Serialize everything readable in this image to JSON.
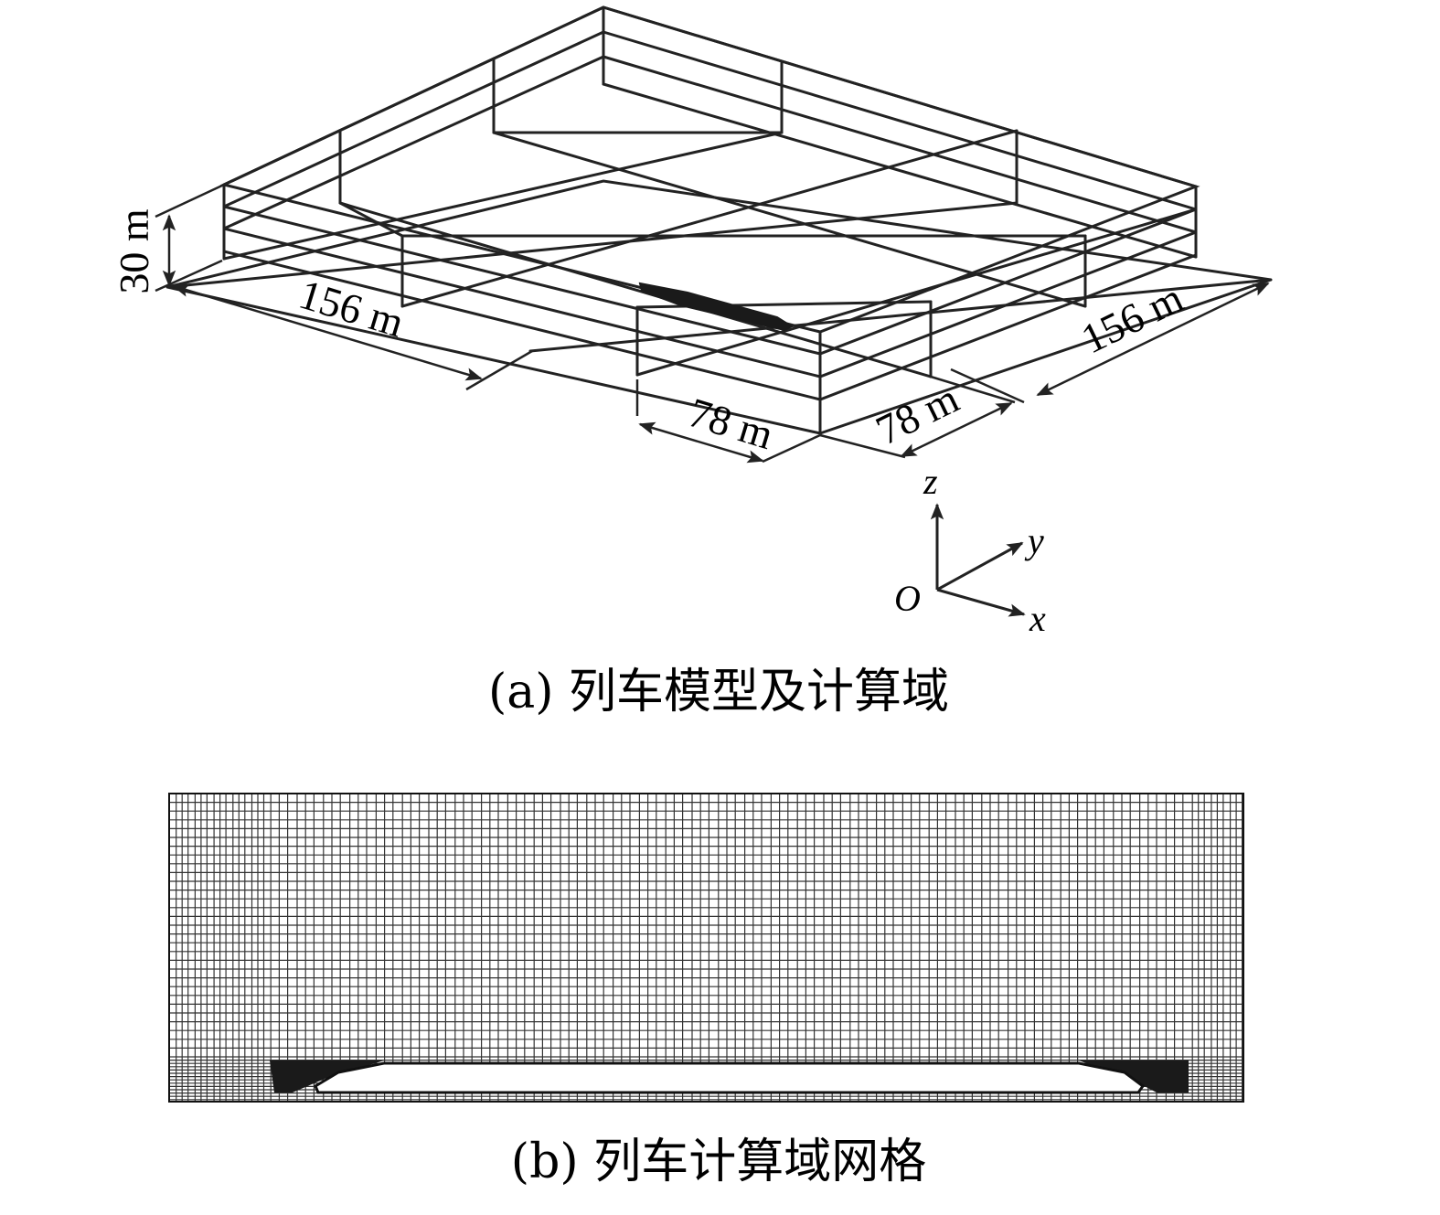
{
  "panel_a": {
    "caption": "(a) 列车模型及计算域",
    "dimensions": {
      "height": "30 m",
      "left_length": "156 m",
      "right_length": "156 m",
      "front_width": "78 m",
      "side_width": "78 m"
    },
    "axes": {
      "origin": "O",
      "x": "x",
      "y": "y",
      "z": "z"
    }
  },
  "panel_b": {
    "caption": "(b) 列车计算域网格"
  },
  "colors": {
    "line": "#222222",
    "background": "#ffffff"
  }
}
